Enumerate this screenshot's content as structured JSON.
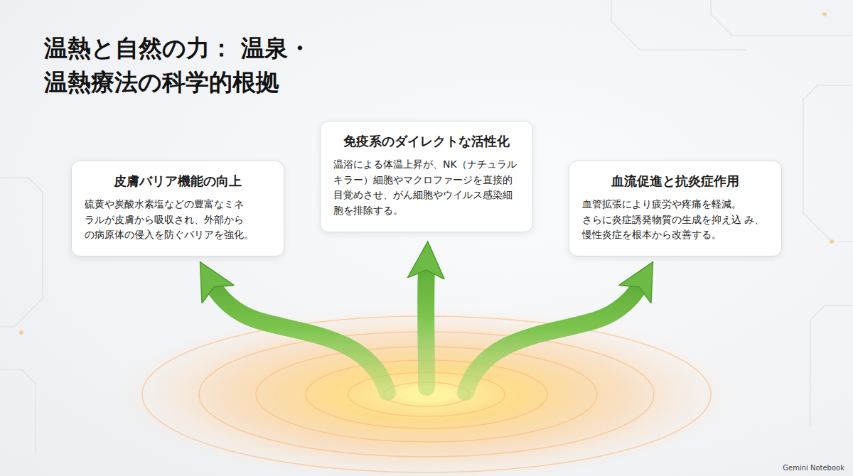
{
  "diagram": {
    "title": "温熱と自然の力： 温泉・温熱療法の科学的根拠",
    "nodes": [
      {
        "text": [
          "皮膚バリア機能の向上",
          "硫黄や炭酸水素塩などの豊富なミネ ラルが皮膚から吸収され、外部から の病原体の侵入を防ぐバリアを強化。"
        ]
      },
      {
        "text": [
          "免疫系のダイレクトな活性化",
          "温浴による体温上昇が、NK（ナチュラル キラー）細胞やマクロファージを直接的 目覚めさせ、がん細胞やウイルス感染細 胞を排除する。"
        ]
      },
      {
        "text": [
          "血流促進と抗炎症作用",
          "血管拡張により疲労や疼痛を軽減。 さらに炎症誘発物質の生成を抑え込 み、慢性炎症を根本から改善する。"
        ]
      }
    ],
    "labels": [
      "Gemini Notebook"
    ]
  }
}
